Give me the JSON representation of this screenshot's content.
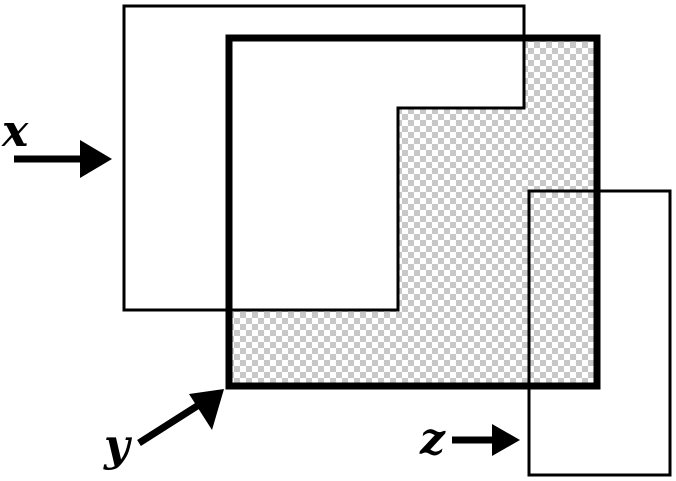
{
  "diagram": {
    "labels": {
      "x": "x",
      "y": "y",
      "z": "z"
    },
    "colors": {
      "stroke": "#000000",
      "background": "#ffffff",
      "checker_light": "#ffffff",
      "checker_dark": "#c8c8c8"
    }
  }
}
